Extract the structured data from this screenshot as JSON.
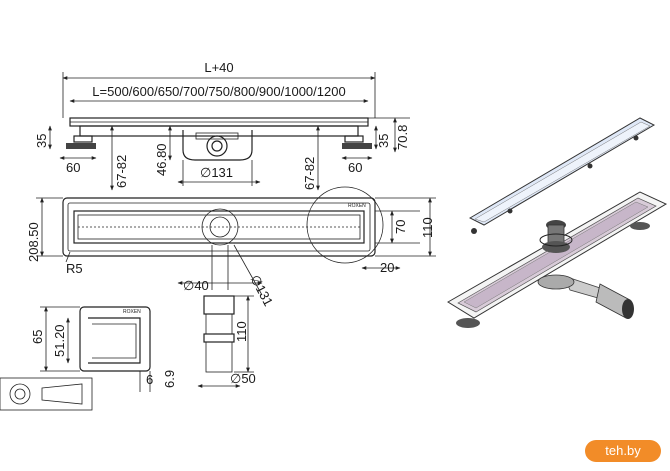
{
  "dimensions": {
    "overall": "L+40",
    "lengths": "L=500/600/650/700/750/800/900/1000/1200",
    "foot_height": "35",
    "foot_offset": "60",
    "leg_height": "67-82",
    "body_height": "46.80",
    "outlet_dia": "∅131",
    "leg_height_right": "67-82",
    "foot_offset_right": "60",
    "right_height": "35",
    "right_total": "70.8",
    "width_total": "208.50",
    "radius": "R5",
    "pipe_dia": "∅40",
    "slanted_dia": "∅131",
    "grate_width": "70",
    "channel_width": "110",
    "gap": "20",
    "detail_65": "65",
    "detail_5120": "51.20",
    "detail_6": "6",
    "detail_69": "6.9",
    "pipe_length": "110",
    "pipe_dia_50": "∅50"
  },
  "brand": "ROXEN",
  "watermark": "teh.by"
}
